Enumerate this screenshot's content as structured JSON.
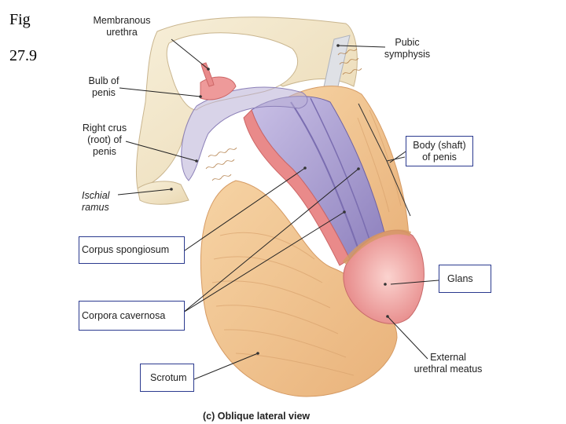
{
  "figure": {
    "fig_label": "Fig",
    "fig_number": "27.9",
    "caption": "(c) Oblique lateral view"
  },
  "labels": {
    "membranous_urethra": [
      "Membranous",
      "urethra"
    ],
    "pubic_symphysis": [
      "Pubic",
      "symphysis"
    ],
    "bulb_of_penis": [
      "Bulb of",
      "penis"
    ],
    "right_crus": [
      "Right crus",
      "(root) of",
      "penis"
    ],
    "ischial_ramus": [
      "Ischial",
      "ramus"
    ],
    "body_shaft": [
      "Body (shaft)",
      "of penis"
    ],
    "corpus_spongiosum": "Corpus spongiosum",
    "corpora_cavernosa": "Corpora cavernosa",
    "glans": "Glans",
    "scrotum": "Scrotum",
    "external_urethral_meatus": [
      "External",
      "urethral meatus"
    ]
  },
  "colors": {
    "skin": "#f2c48e",
    "bone": "#f3e7c9",
    "purple": "#9b8fc4",
    "glans": "#ee9a9a",
    "box_border": "#2b3a8f"
  }
}
